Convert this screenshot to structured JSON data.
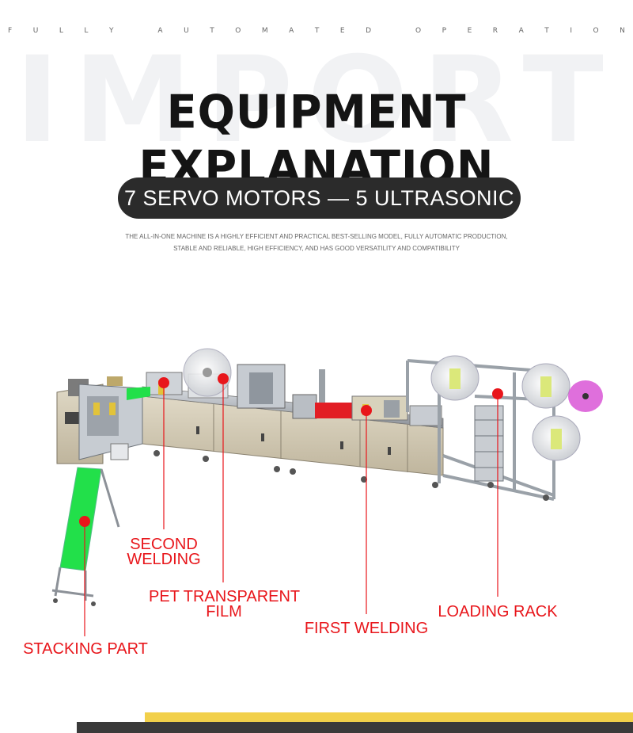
{
  "header": {
    "tagline_words": [
      "FULLY",
      "AUTOMATED",
      "OPERATION"
    ],
    "watermark": "IMPORT",
    "title": "EQUIPMENT EXPLANATION",
    "pill_text": "7 SERVO MOTORS — 5 ULTRASONIC",
    "description_line1": "THE ALL-IN-ONE MACHINE IS A HIGHLY EFFICIENT AND PRACTICAL BEST-SELLING MODEL, FULLY AUTOMATIC PRODUCTION,",
    "description_line2": "STABLE AND RELIABLE, HIGH EFFICIENCY, AND HAS GOOD VERSATILITY AND COMPATIBILITY"
  },
  "callouts": {
    "second_welding": "SECOND\nWELDING",
    "pet_film_line1": "PET TRANSPARENT",
    "pet_film_line2": "FILM",
    "first_welding": "FIRST WELDING",
    "loading_rack": "LOADING RACK",
    "stacking_part": "STACKING PART"
  },
  "colors": {
    "callout_red": "#e8161b",
    "accent_yellow": "#f2d04a",
    "footer_dark": "#3a3a3a",
    "pill_bg": "#2b2b2b",
    "conveyor_green": "#22e04a",
    "reel_magenta": "#d43fd0"
  }
}
